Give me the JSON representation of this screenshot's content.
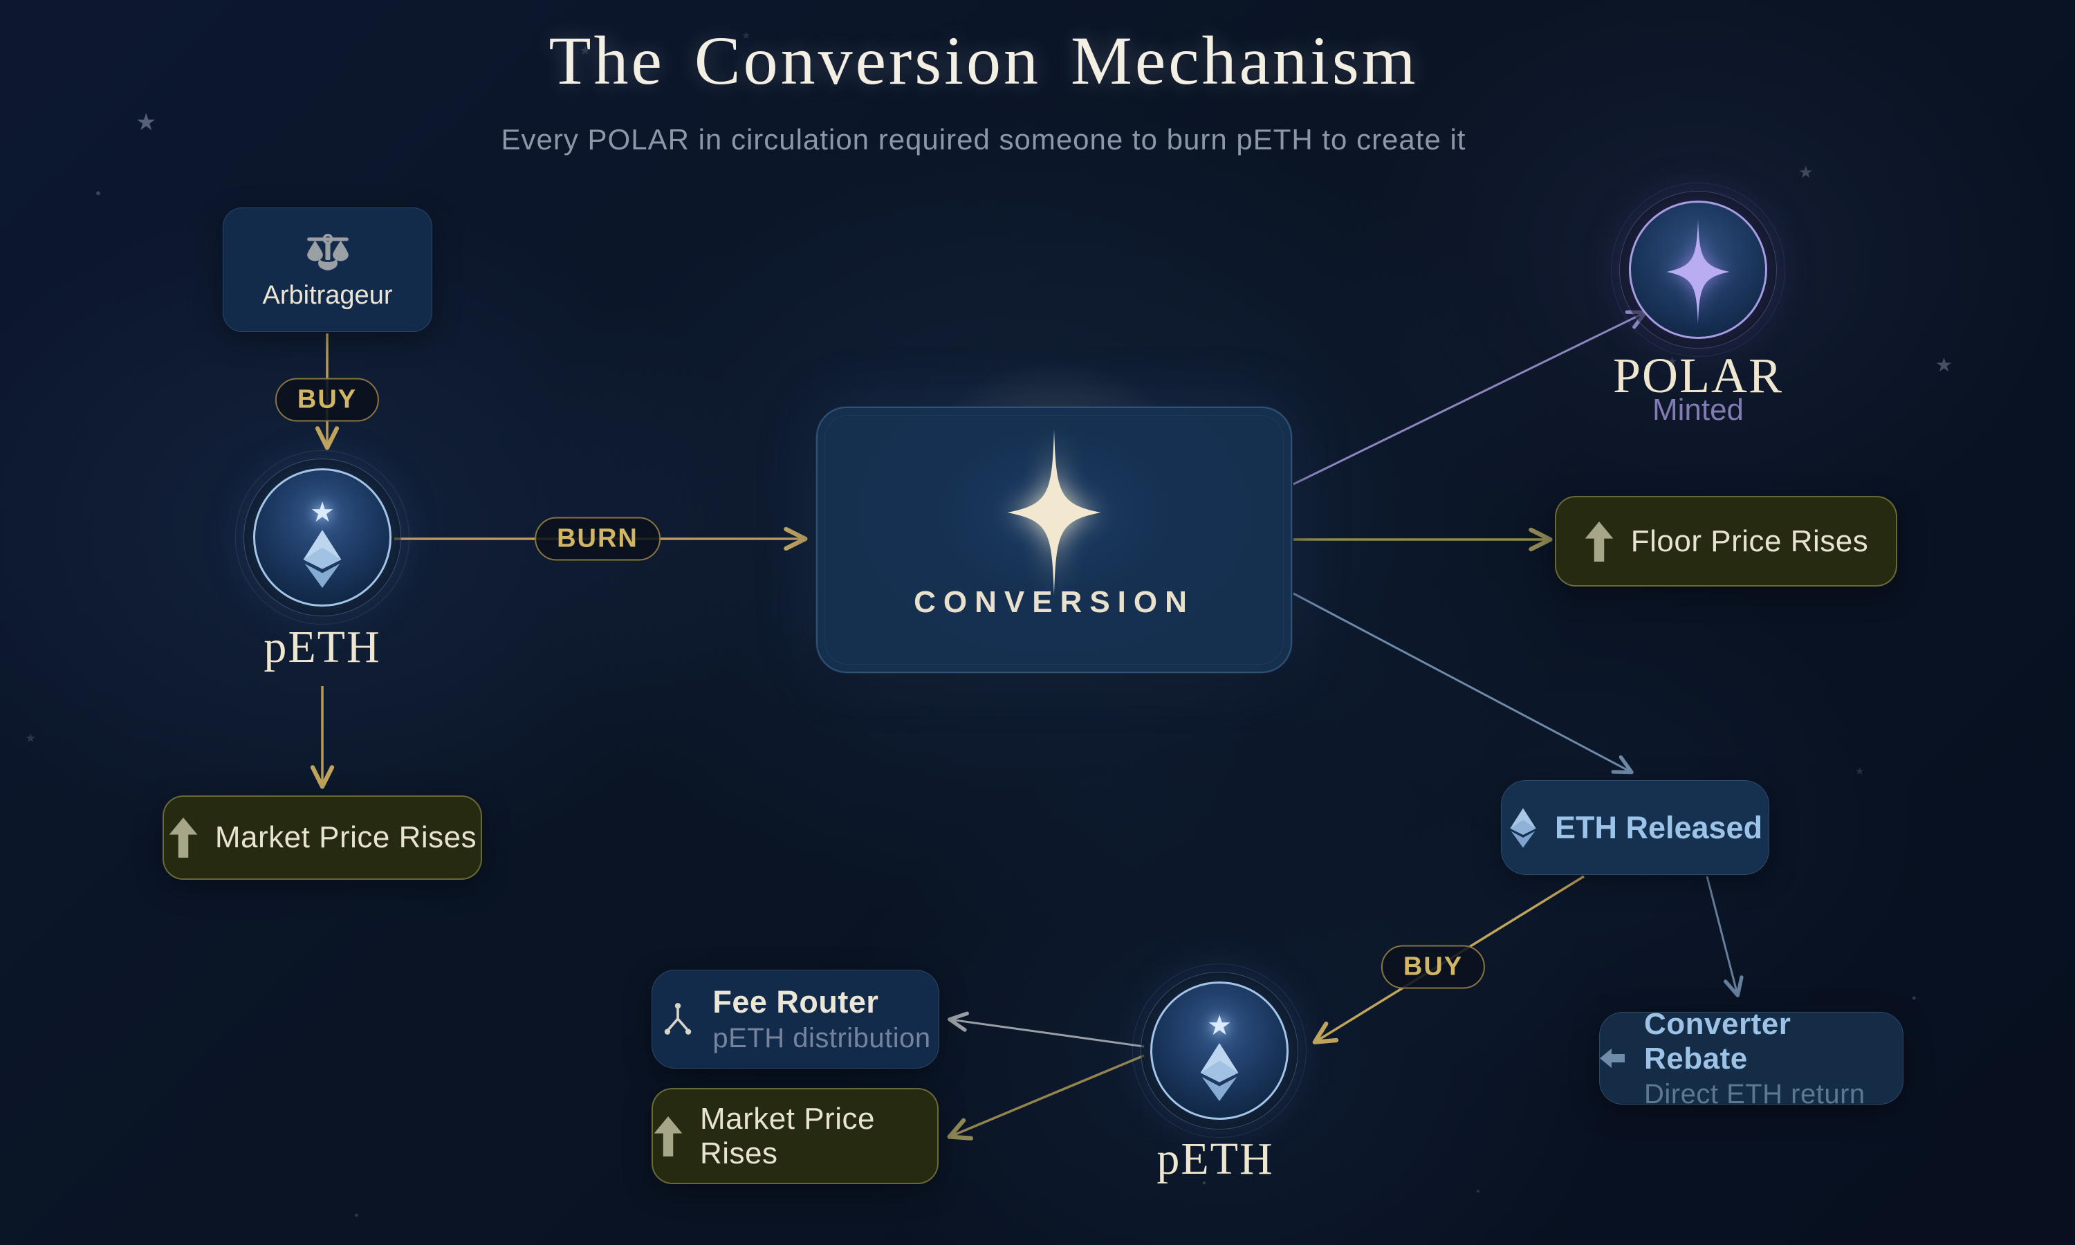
{
  "page": {
    "title": "The Conversion Mechanism",
    "subtitle": "Every POLAR in circulation required someone to burn pETH to create it"
  },
  "badges": {
    "buy_top": "BUY",
    "burn": "BURN",
    "buy_bottom": "BUY"
  },
  "nodes": {
    "arbitrageur": {
      "label": "Arbitrageur",
      "icon": "scales-icon"
    },
    "peth_top": {
      "label": "pETH",
      "icon": "eth-diamond-icon"
    },
    "market_price_left": {
      "label": "Market Price Rises",
      "icon": "arrow-up-icon"
    },
    "conversion": {
      "label": "CONVERSION",
      "icon": "sparkle-star-icon"
    },
    "polar": {
      "label": "POLAR",
      "status": "Minted",
      "icon": "four-point-star-icon"
    },
    "floor_price": {
      "label": "Floor Price Rises",
      "icon": "arrow-up-icon"
    },
    "eth_released": {
      "label": "ETH Released",
      "icon": "eth-diamond-icon"
    },
    "converter_rebate": {
      "title": "Converter Rebate",
      "subtitle": "Direct ETH return",
      "icon": "arrow-left-icon"
    },
    "peth_bottom": {
      "label": "pETH",
      "icon": "eth-diamond-icon"
    },
    "fee_router": {
      "title": "Fee Router",
      "subtitle": "pETH distribution",
      "icon": "branch-icon"
    },
    "market_price_bottom": {
      "label": "Market Price Rises",
      "icon": "arrow-up-icon"
    }
  },
  "colors": {
    "background": "#0a1322",
    "gold": "#c2a55c",
    "olive_line": "#8f8953",
    "purple_line": "#8c85be",
    "blue_line": "#6d8aa8",
    "gray_line": "#9aa0a6",
    "accent_blue": "#9cc3e8",
    "cream": "#efe6d0",
    "olive_box": "#262a11",
    "navy_box": "#132b4b"
  }
}
